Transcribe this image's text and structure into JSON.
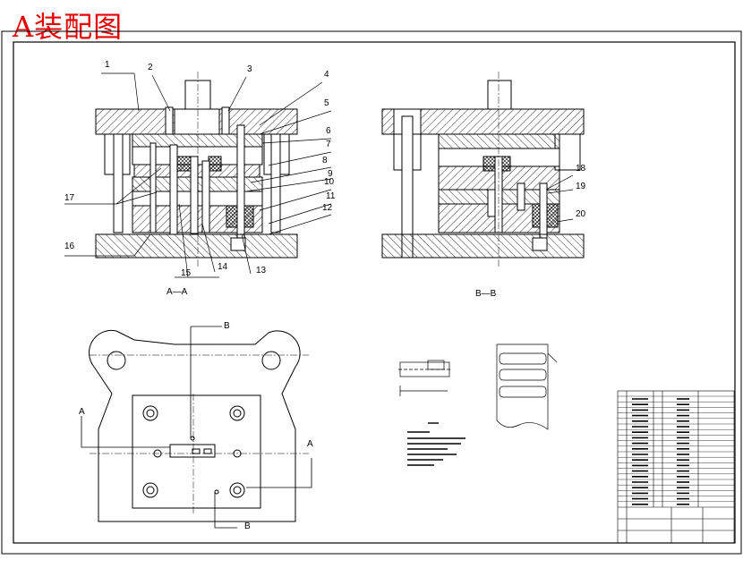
{
  "title": "A装配图",
  "part_numbers": [
    "1",
    "2",
    "3",
    "4",
    "5",
    "6",
    "7",
    "8",
    "9",
    "10",
    "11",
    "12",
    "13",
    "14",
    "15",
    "16",
    "17",
    "18",
    "19",
    "20"
  ],
  "section_labels": {
    "aa": "A—A",
    "bb": "B—B",
    "a_mark": "A",
    "b_mark": "B"
  }
}
